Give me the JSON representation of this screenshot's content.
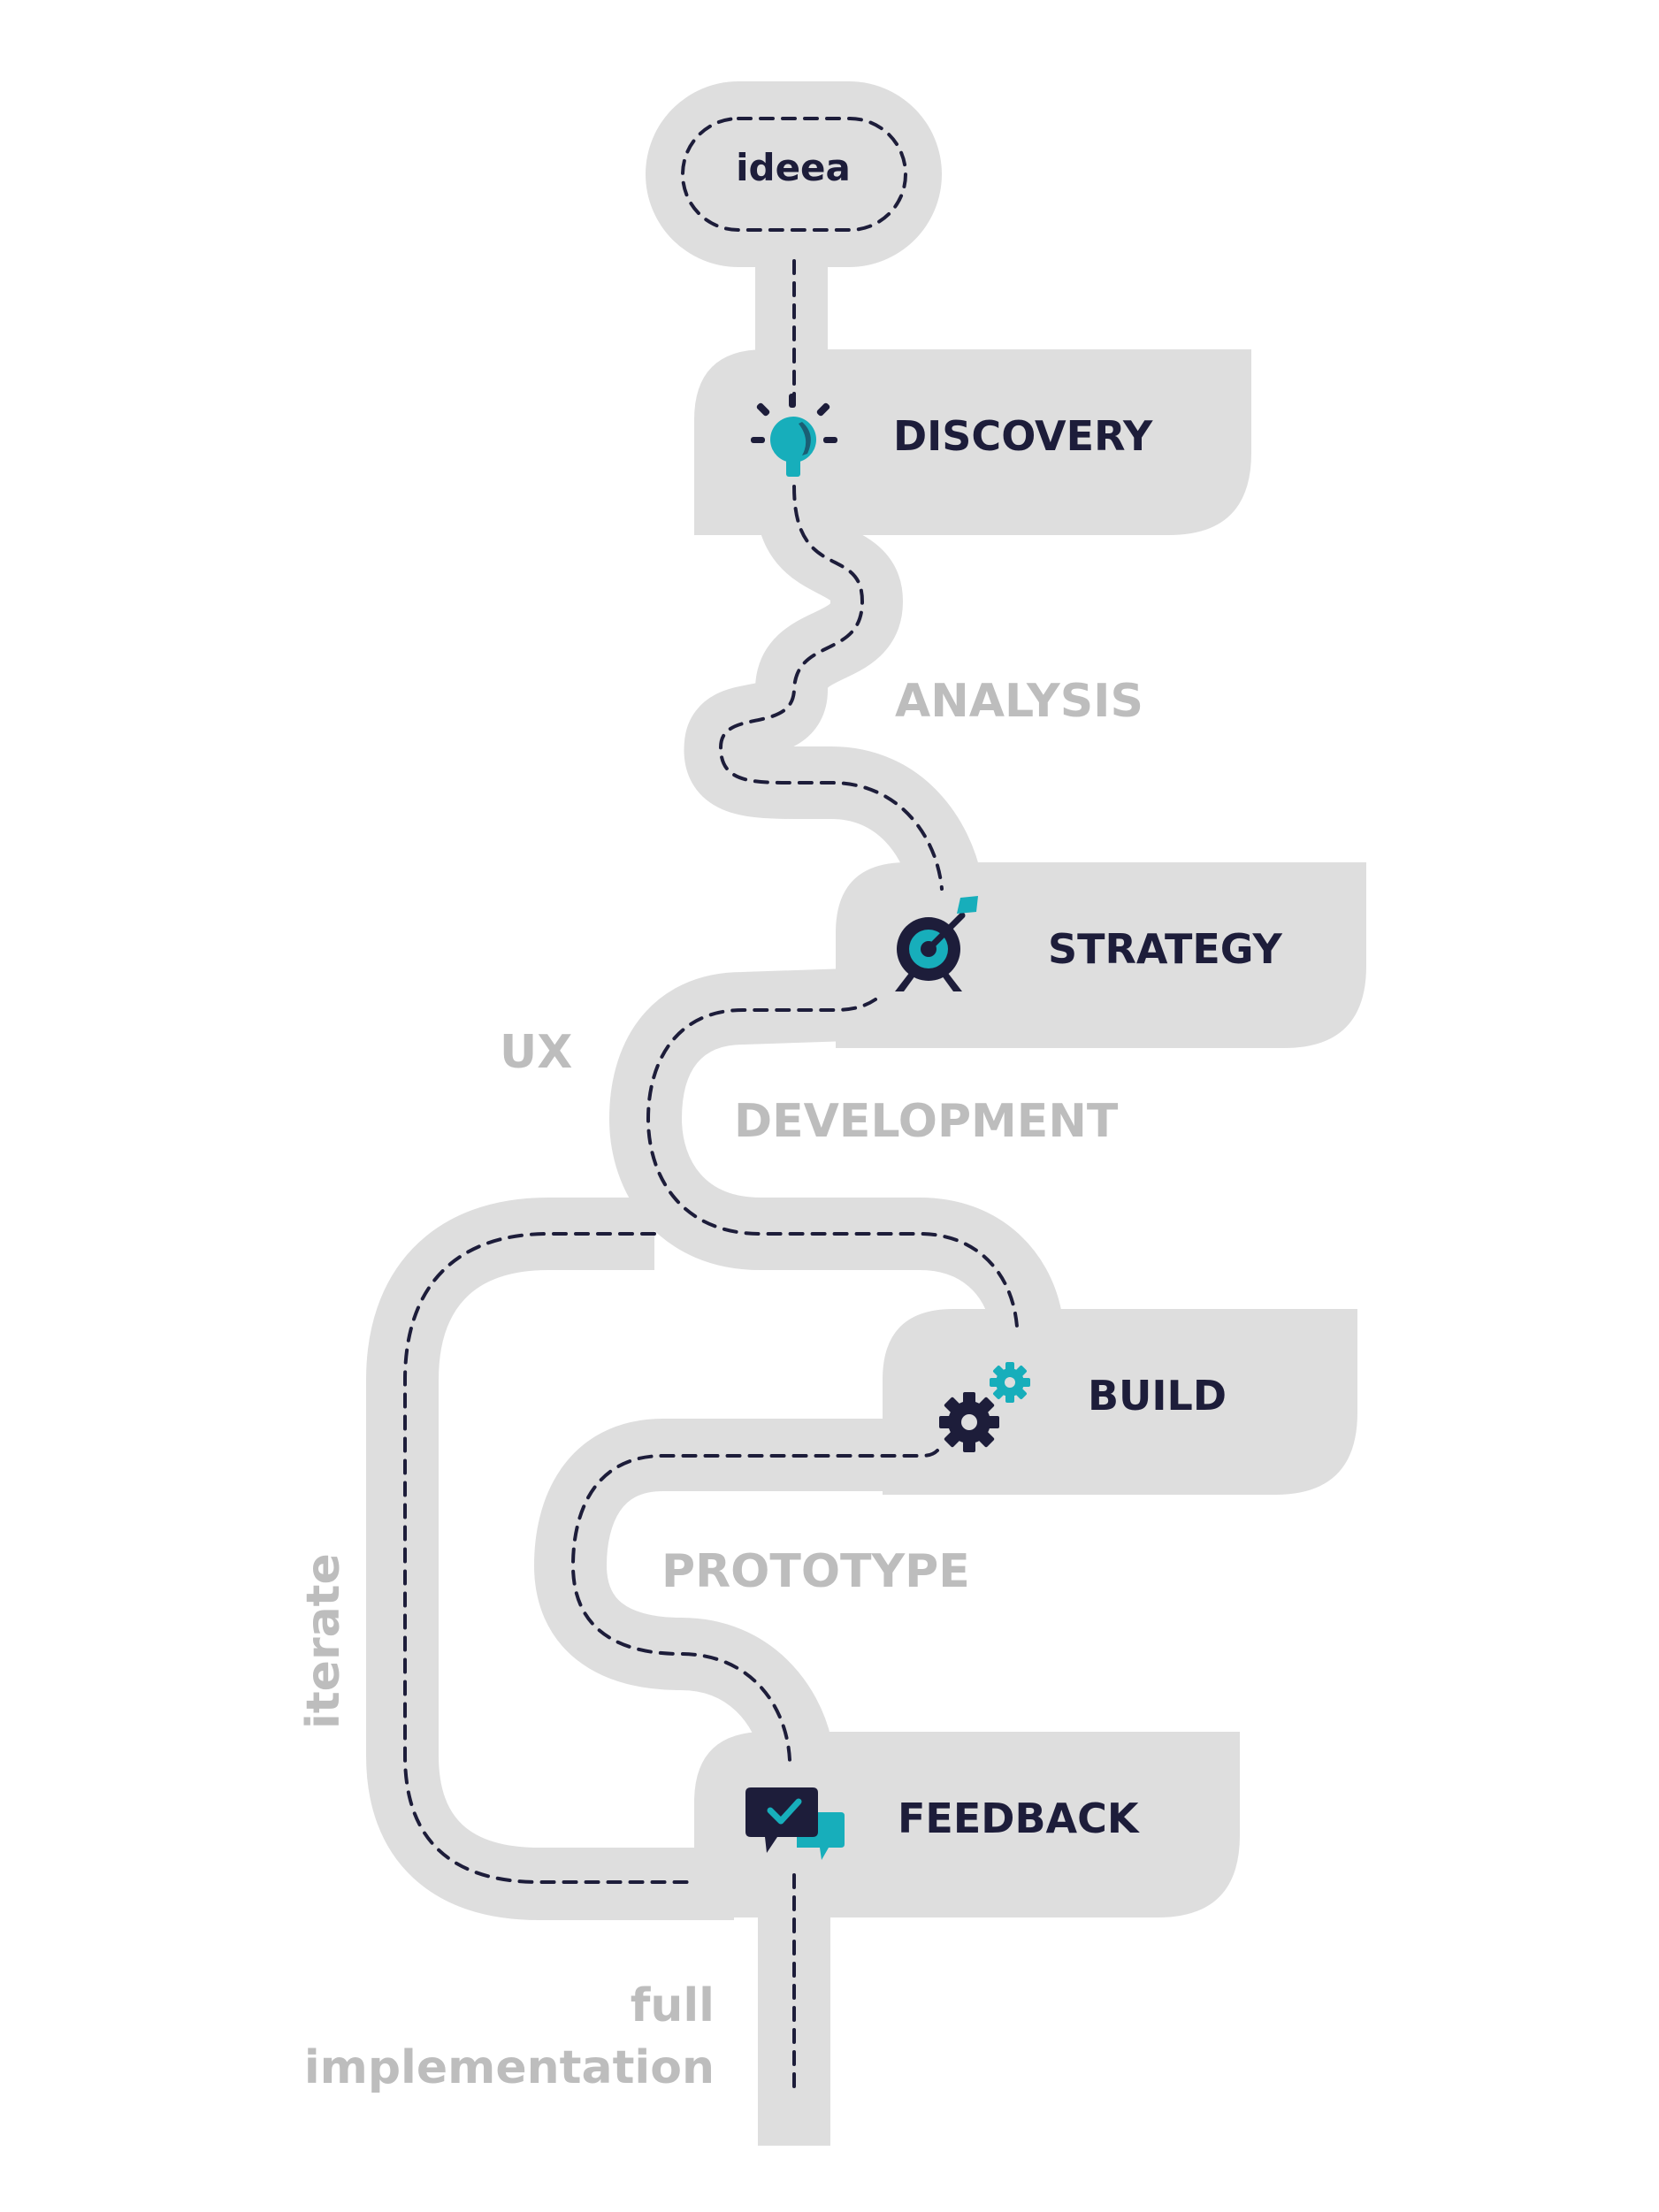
{
  "colors": {
    "road": "#dedede",
    "dashed_path": "#1d1d3a",
    "stage_text": "#1d1d3a",
    "phase_text": "#bdbdbd",
    "accent": "#17aebb",
    "dark_icon": "#1d1d3a",
    "background": "#ffffff"
  },
  "start": {
    "label": "ideea"
  },
  "stages": [
    {
      "label": "DISCOVERY",
      "icon": "lightbulb-icon"
    },
    {
      "label": "STRATEGY",
      "icon": "target-icon"
    },
    {
      "label": "BUILD",
      "icon": "gears-icon"
    },
    {
      "label": "FEEDBACK",
      "icon": "chat-bubbles-icon"
    }
  ],
  "phases": {
    "analysis": "ANALYSIS",
    "ux": "UX",
    "development": "DEVELOPMENT",
    "prototype": "PROTOTYPE",
    "iterate": "iterate",
    "full_implementation": [
      "full",
      "implementation"
    ]
  }
}
